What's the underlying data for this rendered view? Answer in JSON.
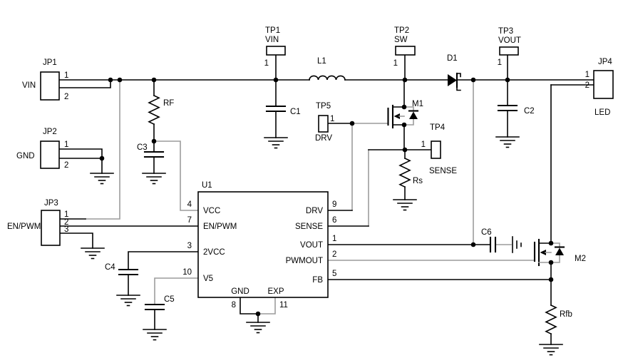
{
  "schematic": {
    "connectors": {
      "jp1": {
        "ref": "JP1",
        "name": "VIN",
        "pin1": "1",
        "pin2": "2"
      },
      "jp2": {
        "ref": "JP2",
        "name": "GND",
        "pin1": "1",
        "pin2": "2"
      },
      "jp3": {
        "ref": "JP3",
        "name": "EN/PWM",
        "pin1": "1",
        "pin2": "2",
        "pin3": "3"
      },
      "jp4": {
        "ref": "JP4",
        "name": "LED",
        "pin1": "1",
        "pin2": "2"
      }
    },
    "testpoints": {
      "tp1": {
        "ref": "TP1",
        "net": "VIN",
        "pin": "1"
      },
      "tp2": {
        "ref": "TP2",
        "net": "SW",
        "pin": "1"
      },
      "tp3": {
        "ref": "TP3",
        "net": "VOUT",
        "pin": "1"
      },
      "tp4": {
        "ref": "TP4",
        "net": "SENSE",
        "pin": "1"
      },
      "tp5": {
        "ref": "TP5",
        "net": "DRV",
        "pin": "1"
      }
    },
    "ic": {
      "ref": "U1",
      "pins": {
        "vcc": {
          "num": "4",
          "name": "VCC"
        },
        "en_pwm": {
          "num": "7",
          "name": "EN/PWM"
        },
        "vcc2": {
          "num": "3",
          "name": "2VCC"
        },
        "v5": {
          "num": "10",
          "name": "V5"
        },
        "drv": {
          "num": "9",
          "name": "DRV"
        },
        "sense": {
          "num": "6",
          "name": "SENSE"
        },
        "vout": {
          "num": "1",
          "name": "VOUT"
        },
        "pwmout": {
          "num": "2",
          "name": "PWMOUT"
        },
        "fb": {
          "num": "5",
          "name": "FB"
        },
        "gnd": {
          "num": "8",
          "name": "GND"
        },
        "exp": {
          "num": "11",
          "name": "EXP"
        }
      }
    },
    "parts": {
      "rf": {
        "ref": "RF"
      },
      "c1": {
        "ref": "C1"
      },
      "c2": {
        "ref": "C2"
      },
      "c3": {
        "ref": "C3"
      },
      "c4": {
        "ref": "C4"
      },
      "c5": {
        "ref": "C5"
      },
      "c6": {
        "ref": "C6"
      },
      "l1": {
        "ref": "L1"
      },
      "d1": {
        "ref": "D1"
      },
      "m1": {
        "ref": "M1"
      },
      "m2": {
        "ref": "M2"
      },
      "rs": {
        "ref": "Rs"
      },
      "rfb": {
        "ref": "Rfb"
      }
    },
    "colors": {
      "wire": "#000000",
      "alt_wire": "#9c9c9c",
      "background": "#ffffff"
    }
  }
}
